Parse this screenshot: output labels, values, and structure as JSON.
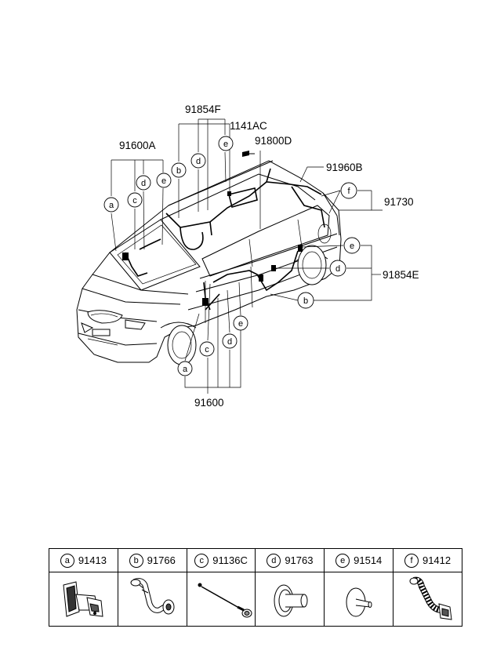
{
  "diagram": {
    "part_numbers": {
      "p91854F": "91854F",
      "p1141AC": "1141AC",
      "p91800D": "91800D",
      "p91600A": "91600A",
      "p91960B": "91960B",
      "p91730": "91730",
      "p91854E": "91854E",
      "p91600": "91600"
    },
    "callout_letters": {
      "a": "a",
      "b": "b",
      "c": "c",
      "d": "d",
      "e": "e",
      "f": "f"
    }
  },
  "parts_table": {
    "columns": [
      {
        "letter": "a",
        "part": "91413",
        "icon": "grommet-rectangular-icon"
      },
      {
        "letter": "b",
        "part": "91766",
        "icon": "grommet-tube-icon"
      },
      {
        "letter": "c",
        "part": "91136C",
        "icon": "wire-lead-icon"
      },
      {
        "letter": "d",
        "part": "91763",
        "icon": "round-grommet-icon"
      },
      {
        "letter": "e",
        "part": "91514",
        "icon": "grommet-cap-icon"
      },
      {
        "letter": "f",
        "part": "91412",
        "icon": "corrugated-tube-icon"
      }
    ]
  }
}
